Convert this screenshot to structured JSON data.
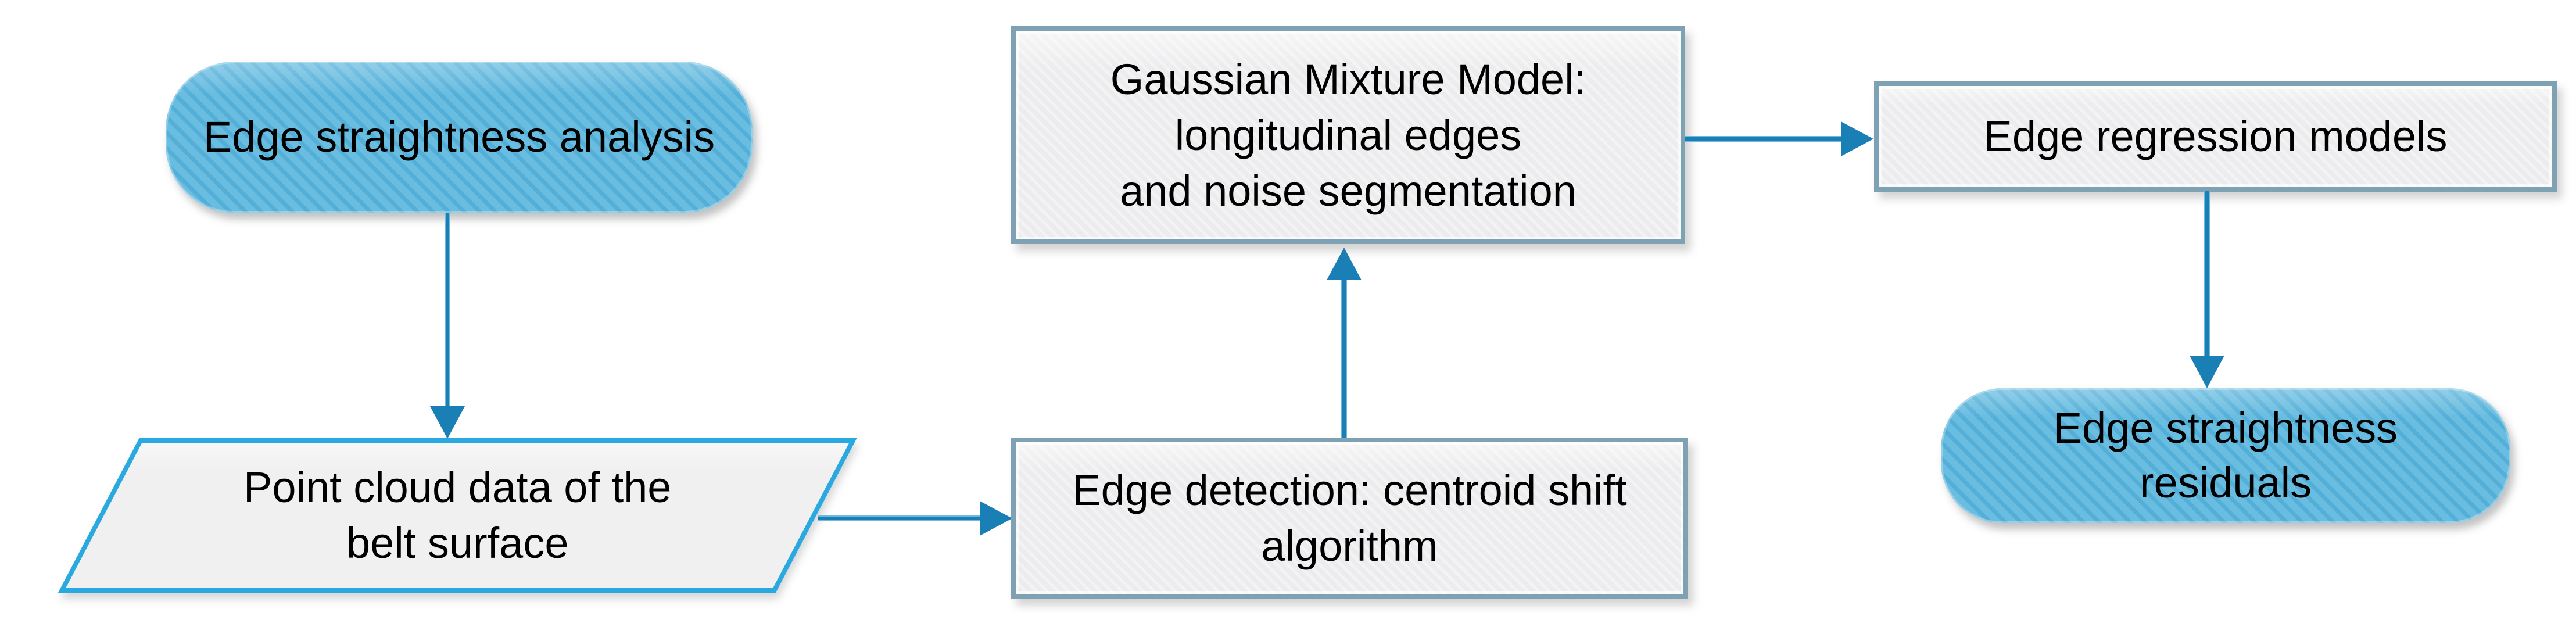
{
  "diagram": {
    "title_present": false,
    "background": "#ffffff",
    "colors": {
      "arrow": "#1A7FB5",
      "terminator_fill": "#69BDE0",
      "terminator_stripe": "#54AFD8",
      "process_fill": "#F0F0F1",
      "process_border": "#7EA1B3",
      "data_border": "#29A9E0",
      "text": "#000000"
    },
    "nodes": {
      "start": {
        "type": "terminator",
        "label": "Edge straightness analysis"
      },
      "point_cloud": {
        "type": "data",
        "line1": "Point cloud data of the",
        "line2": "belt surface"
      },
      "edge_detection": {
        "type": "process",
        "line1": "Edge detection: centroid shift",
        "line2": "algorithm"
      },
      "gmm": {
        "type": "process",
        "line1": "Gaussian Mixture Model:",
        "line2": "longitudinal edges",
        "line3": "and noise segmentation"
      },
      "regression": {
        "type": "process",
        "label": "Edge regression models"
      },
      "end": {
        "type": "terminator",
        "line1": "Edge straightness",
        "line2": "residuals"
      }
    },
    "edges": [
      {
        "from": "start",
        "to": "point_cloud",
        "direction": "down"
      },
      {
        "from": "point_cloud",
        "to": "edge_detection",
        "direction": "right"
      },
      {
        "from": "edge_detection",
        "to": "gmm",
        "direction": "up"
      },
      {
        "from": "gmm",
        "to": "regression",
        "direction": "right"
      },
      {
        "from": "regression",
        "to": "end",
        "direction": "down"
      }
    ]
  }
}
